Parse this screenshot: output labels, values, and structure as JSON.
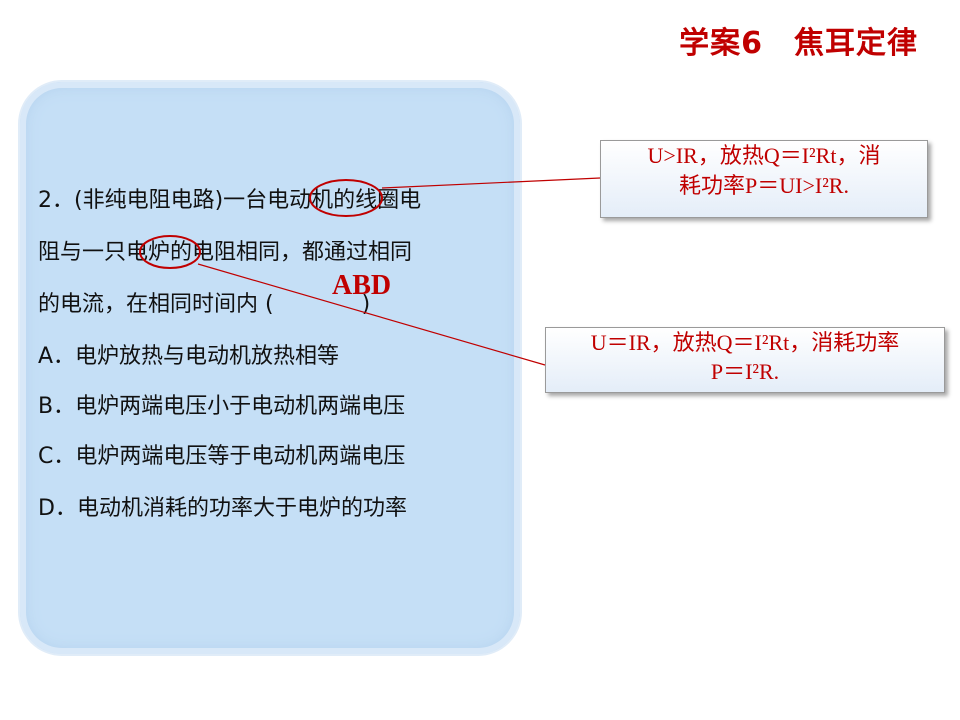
{
  "header": {
    "title": "学案6　焦耳定律"
  },
  "question": {
    "lines": [
      "2．(非纯电阻电路)一台电动机的线圈电",
      "阻与一只电炉的电阻相同，都通过相同",
      "的电流，在相同时间内 (　　　　)"
    ],
    "answer": "ABD",
    "options": [
      "A．电炉放热与电动机放热相等",
      "B．电炉两端电压小于电动机两端电压",
      "C．电炉两端电压等于电动机两端电压",
      "D．电动机消耗的功率大于电炉的功率"
    ]
  },
  "callouts": {
    "motor": {
      "line1": "U>IR，放热Q＝I²Rt，消",
      "line2": "耗功率P＝UI>I²R."
    },
    "furnace": {
      "line1": "U＝IR，放热Q＝I²Rt，消耗功率",
      "line2": "P＝I²R."
    }
  },
  "colors": {
    "accent": "#c00000",
    "card": "#c5dff6"
  }
}
